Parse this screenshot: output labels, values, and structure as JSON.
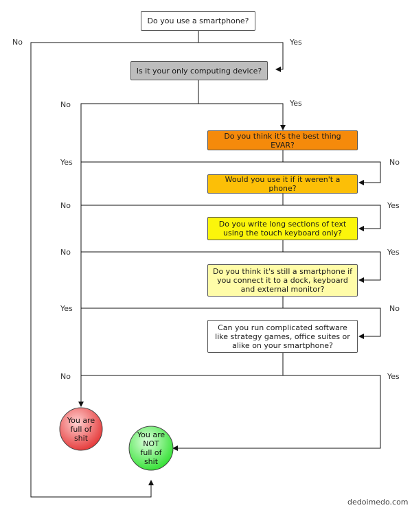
{
  "nodes": {
    "q1": {
      "text": "Do you use a smartphone?",
      "color": "#ffffff"
    },
    "q2": {
      "text": "Is it your only computing device?",
      "color": "#bdbdbd"
    },
    "q3": {
      "text": "Do you think it's the best thing EVAR?",
      "color": "#f58a0b"
    },
    "q4": {
      "text": "Would you use it if it weren't a phone?",
      "color": "#fcbf07"
    },
    "q5": {
      "text": "Do you write long sections of text using the touch keyboard only?",
      "color": "#fbf50b"
    },
    "q6": {
      "text": "Do you think it's still a smartphone if you connect it to a dock, keyboard and external monitor?",
      "color": "#fffca8"
    },
    "q7": {
      "text": "Can you run complicated software like strategy games, office suites or alike on your smartphone?",
      "color": "#ffffff"
    }
  },
  "outcomes": {
    "full": {
      "text": "You are full of shit",
      "color_light": "#ffc2c2",
      "color_dark": "#e43434"
    },
    "not_full": {
      "text": "You are NOT full of shit",
      "color_light": "#d2ffd2",
      "color_dark": "#2fe02f"
    }
  },
  "labels": {
    "q1_no": "No",
    "q1_yes": "Yes",
    "q2_no": "No",
    "q2_yes": "Yes",
    "q3_yes": "Yes",
    "q3_no": "No",
    "q4_no": "No",
    "q4_yes": "Yes",
    "q5_no": "No",
    "q5_yes": "Yes",
    "q6_yes": "Yes",
    "q6_no": "No",
    "q7_no": "No",
    "q7_yes": "Yes"
  },
  "credit": "dedoimedo.com"
}
